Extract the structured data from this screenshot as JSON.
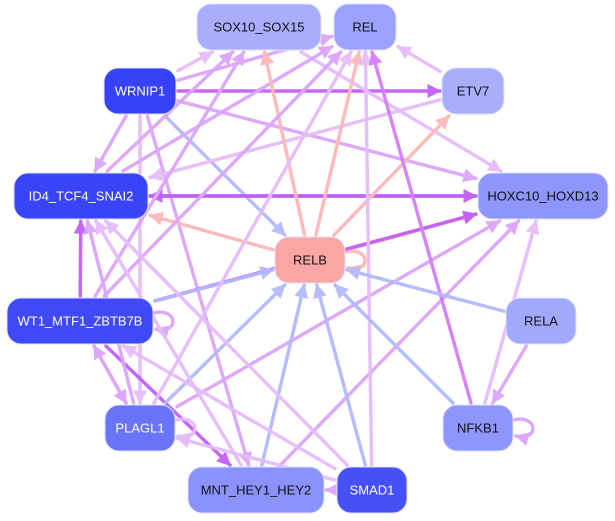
{
  "diagram": {
    "type": "directed-network",
    "description": "Transcription factor regulatory network"
  },
  "nodes": [
    {
      "id": "SOX10_SOX15",
      "label": "SOX10_SOX15",
      "fill": "#a9aefc",
      "text_color": "#111111"
    },
    {
      "id": "REL",
      "label": "REL",
      "fill": "#9ba1fc",
      "text_color": "#111111"
    },
    {
      "id": "WRNIP1",
      "label": "WRNIP1",
      "fill": "#3741f7",
      "text_color": "#ffffff"
    },
    {
      "id": "ETV7",
      "label": "ETV7",
      "fill": "#a8adfc",
      "text_color": "#111111"
    },
    {
      "id": "ID4_TCF4_SNAI2",
      "label": "ID4_TCF4_SNAI2",
      "fill": "#3a44f7",
      "text_color": "#ffffff"
    },
    {
      "id": "HOXC10_HOXD13",
      "label": "HOXC10_HOXD13",
      "fill": "#8e95fb",
      "text_color": "#111111"
    },
    {
      "id": "RELB",
      "label": "RELB",
      "fill": "#fca5a5",
      "text_color": "#111111"
    },
    {
      "id": "WT1_MTF1_ZBTB7B",
      "label": "WT1_MTF1_ZBTB7B",
      "fill": "#3f49f7",
      "text_color": "#ffffff"
    },
    {
      "id": "RELA",
      "label": "RELA",
      "fill": "#a2a8fc",
      "text_color": "#111111"
    },
    {
      "id": "PLAGL1",
      "label": "PLAGL1",
      "fill": "#6b73f9",
      "text_color": "#ffffff"
    },
    {
      "id": "NFKB1",
      "label": "NFKB1",
      "fill": "#8f96fb",
      "text_color": "#111111"
    },
    {
      "id": "MNT_HEY1_HEY2",
      "label": "MNT_HEY1_HEY2",
      "fill": "#8b92fb",
      "text_color": "#111111"
    },
    {
      "id": "SMAD1",
      "label": "SMAD1",
      "fill": "#4650f7",
      "text_color": "#ffffff"
    }
  ],
  "edge_colors": {
    "purple": "#d57ffb",
    "violet": "#c060f8",
    "light_purple": "#e5bcfb",
    "lilac": "#dca6fa",
    "blue": "#b3bafc",
    "salmon": "#fdb8b8"
  },
  "edges": [
    {
      "from": "WRNIP1",
      "to": "SOX10_SOX15",
      "color": "light_purple"
    },
    {
      "from": "WRNIP1",
      "to": "ETV7",
      "color": "violet"
    },
    {
      "from": "WRNIP1",
      "to": "REL",
      "color": "lilac"
    },
    {
      "from": "WRNIP1",
      "to": "HOXC10_HOXD13",
      "color": "lilac"
    },
    {
      "from": "WRNIP1",
      "to": "ID4_TCF4_SNAI2",
      "color": "lilac"
    },
    {
      "from": "WRNIP1",
      "to": "RELB",
      "color": "blue"
    },
    {
      "from": "WRNIP1",
      "to": "MNT_HEY1_HEY2",
      "color": "lilac"
    },
    {
      "from": "WRNIP1",
      "to": "PLAGL1",
      "color": "light_purple"
    },
    {
      "from": "SOX10_SOX15",
      "to": "HOXC10_HOXD13",
      "color": "light_purple"
    },
    {
      "from": "ID4_TCF4_SNAI2",
      "to": "SOX10_SOX15",
      "color": "lilac"
    },
    {
      "from": "ID4_TCF4_SNAI2",
      "to": "REL",
      "color": "lilac"
    },
    {
      "from": "ID4_TCF4_SNAI2",
      "to": "HOXC10_HOXD13",
      "color": "violet"
    },
    {
      "from": "HOXC10_HOXD13",
      "to": "ID4_TCF4_SNAI2",
      "color": "violet"
    },
    {
      "from": "ETV7",
      "to": "ID4_TCF4_SNAI2",
      "color": "light_purple"
    },
    {
      "from": "RELB",
      "to": "ID4_TCF4_SNAI2",
      "color": "salmon"
    },
    {
      "from": "RELB",
      "to": "SOX10_SOX15",
      "color": "salmon"
    },
    {
      "from": "RELB",
      "to": "REL",
      "color": "salmon"
    },
    {
      "from": "RELB",
      "to": "ETV7",
      "color": "salmon"
    },
    {
      "from": "RELB",
      "to": "HOXC10_HOXD13",
      "color": "salmon"
    },
    {
      "from": "RELB",
      "to": "RELB",
      "color": "salmon",
      "self": true
    },
    {
      "from": "WT1_MTF1_ZBTB7B",
      "to": "ID4_TCF4_SNAI2",
      "color": "violet"
    },
    {
      "from": "WT1_MTF1_ZBTB7B",
      "to": "REL",
      "color": "lilac"
    },
    {
      "from": "WT1_MTF1_ZBTB7B",
      "to": "SOX10_SOX15",
      "color": "lilac"
    },
    {
      "from": "WT1_MTF1_ZBTB7B",
      "to": "HOXC10_HOXD13",
      "color": "violet"
    },
    {
      "from": "WT1_MTF1_ZBTB7B",
      "to": "RELB",
      "color": "blue"
    },
    {
      "from": "WT1_MTF1_ZBTB7B",
      "to": "MNT_HEY1_HEY2",
      "color": "violet"
    },
    {
      "from": "WT1_MTF1_ZBTB7B",
      "to": "PLAGL1",
      "color": "lilac"
    },
    {
      "from": "WT1_MTF1_ZBTB7B",
      "to": "WT1_MTF1_ZBTB7B",
      "color": "lilac",
      "self": true
    },
    {
      "from": "PLAGL1",
      "to": "WT1_MTF1_ZBTB7B",
      "color": "lilac"
    },
    {
      "from": "PLAGL1",
      "to": "ID4_TCF4_SNAI2",
      "color": "lilac"
    },
    {
      "from": "PLAGL1",
      "to": "REL",
      "color": "light_purple"
    },
    {
      "from": "PLAGL1",
      "to": "RELB",
      "color": "blue"
    },
    {
      "from": "PLAGL1",
      "to": "HOXC10_HOXD13",
      "color": "lilac"
    },
    {
      "from": "PLAGL1",
      "to": "PLAGL1",
      "color": "light_purple",
      "self": true
    },
    {
      "from": "MNT_HEY1_HEY2",
      "to": "RELB",
      "color": "blue"
    },
    {
      "from": "MNT_HEY1_HEY2",
      "to": "HOXC10_HOXD13",
      "color": "lilac"
    },
    {
      "from": "MNT_HEY1_HEY2",
      "to": "ID4_TCF4_SNAI2",
      "color": "light_purple"
    },
    {
      "from": "SMAD1",
      "to": "RELB",
      "color": "blue"
    },
    {
      "from": "SMAD1",
      "to": "REL",
      "color": "light_purple"
    },
    {
      "from": "SMAD1",
      "to": "MNT_HEY1_HEY2",
      "color": "lilac"
    },
    {
      "from": "SMAD1",
      "to": "PLAGL1",
      "color": "light_purple"
    },
    {
      "from": "SMAD1",
      "to": "WT1_MTF1_ZBTB7B",
      "color": "light_purple"
    },
    {
      "from": "SMAD1",
      "to": "ID4_TCF4_SNAI2",
      "color": "light_purple"
    },
    {
      "from": "NFKB1",
      "to": "RELB",
      "color": "blue"
    },
    {
      "from": "NFKB1",
      "to": "REL",
      "color": "purple"
    },
    {
      "from": "NFKB1",
      "to": "HOXC10_HOXD13",
      "color": "light_purple"
    },
    {
      "from": "NFKB1",
      "to": "NFKB1",
      "color": "lilac",
      "self": true
    },
    {
      "from": "RELA",
      "to": "RELB",
      "color": "blue"
    },
    {
      "from": "RELA",
      "to": "NFKB1",
      "color": "lilac"
    },
    {
      "from": "ETV7",
      "to": "REL",
      "color": "light_purple"
    }
  ]
}
